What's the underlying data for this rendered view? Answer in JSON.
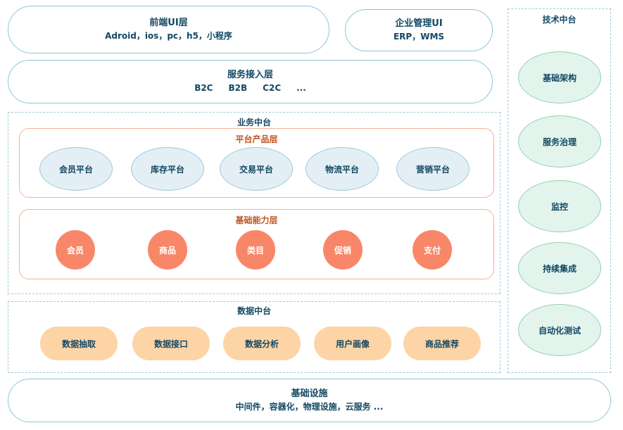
{
  "frontend": {
    "title": "前端UI层",
    "subtitle": "Adroid，ios，pc，h5，小程序"
  },
  "enterprise": {
    "title": "企业管理UI",
    "subtitle": "ERP，WMS"
  },
  "service_access": {
    "title": "服务接入层",
    "items": [
      "B2C",
      "B2B",
      "C2C",
      "..."
    ]
  },
  "business_center": {
    "title": "业务中台",
    "platform_layer": {
      "title": "平台产品层",
      "items": [
        "会员平台",
        "库存平台",
        "交易平台",
        "物流平台",
        "营销平台"
      ]
    },
    "capability_layer": {
      "title": "基础能力层",
      "items": [
        "会员",
        "商品",
        "类目",
        "促销",
        "支付"
      ]
    }
  },
  "data_center": {
    "title": "数据中台",
    "items": [
      "数据抽取",
      "数据接口",
      "数据分析",
      "用户画像",
      "商品推荐"
    ]
  },
  "tech_center": {
    "title": "技术中台",
    "items": [
      "基础架构",
      "服务治理",
      "监控",
      "持续集成",
      "自动化测试"
    ]
  },
  "infrastructure": {
    "title": "基础设施",
    "subtitle": "中间件，容器化，物理设施，云服务 ..."
  }
}
